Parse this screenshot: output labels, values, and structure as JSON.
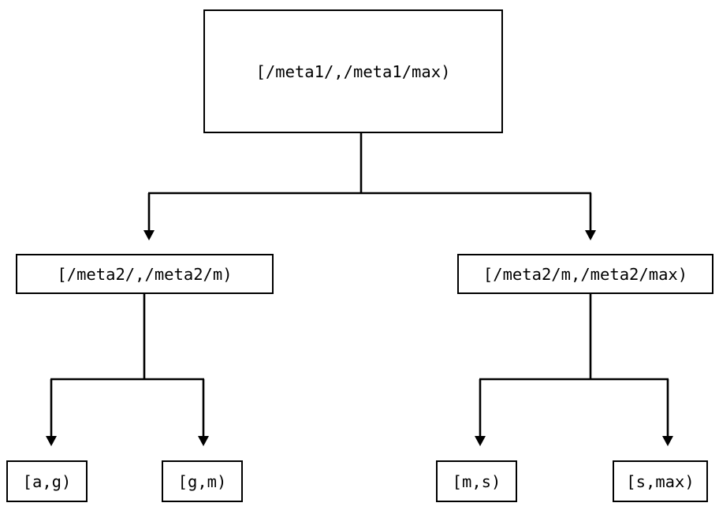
{
  "diagram": {
    "type": "tree",
    "title": "",
    "background_color": "#ffffff",
    "line_color": "#000000",
    "text_color": "#000000",
    "nodes": {
      "root": {
        "label": "[/meta1/,/meta1/max)"
      },
      "mid_left": {
        "label": "[/meta2/,/meta2/m)"
      },
      "mid_right": {
        "label": "[/meta2/m,/meta2/max)"
      },
      "leaf_1": {
        "label": "[a,g)"
      },
      "leaf_2": {
        "label": "[g,m)"
      },
      "leaf_3": {
        "label": "[m,s)"
      },
      "leaf_4": {
        "label": "[s,max)"
      }
    },
    "edges": [
      {
        "from": "root",
        "to": "mid_left",
        "arrow": "down-triangle"
      },
      {
        "from": "root",
        "to": "mid_right",
        "arrow": "down-triangle"
      },
      {
        "from": "mid_left",
        "to": "leaf_1",
        "arrow": "down-triangle"
      },
      {
        "from": "mid_left",
        "to": "leaf_2",
        "arrow": "down-triangle"
      },
      {
        "from": "mid_right",
        "to": "leaf_3",
        "arrow": "down-triangle"
      },
      {
        "from": "mid_right",
        "to": "leaf_4",
        "arrow": "down-triangle"
      }
    ]
  }
}
